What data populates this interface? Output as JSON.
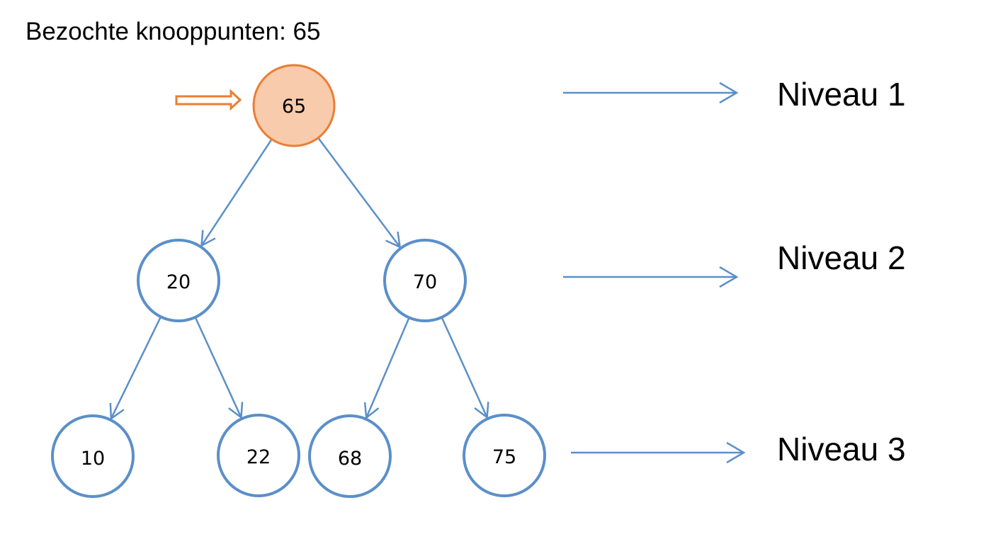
{
  "header": {
    "visited_label": "Bezochte knooppunten: 65"
  },
  "tree": {
    "nodes": [
      {
        "id": "n65",
        "value": "65",
        "level": 1,
        "state": "current"
      },
      {
        "id": "n20",
        "value": "20",
        "level": 2,
        "state": "default"
      },
      {
        "id": "n70",
        "value": "70",
        "level": 2,
        "state": "default"
      },
      {
        "id": "n10",
        "value": "10",
        "level": 3,
        "state": "default"
      },
      {
        "id": "n22",
        "value": "22",
        "level": 3,
        "state": "default"
      },
      {
        "id": "n68",
        "value": "68",
        "level": 3,
        "state": "default"
      },
      {
        "id": "n75",
        "value": "75",
        "level": 3,
        "state": "default"
      }
    ],
    "edges": [
      {
        "from": "n65",
        "to": "n20"
      },
      {
        "from": "n65",
        "to": "n70"
      },
      {
        "from": "n20",
        "to": "n10"
      },
      {
        "from": "n20",
        "to": "n22"
      },
      {
        "from": "n70",
        "to": "n68"
      },
      {
        "from": "n70",
        "to": "n75"
      }
    ],
    "current_pointer_icon": "double-arrow-right-icon"
  },
  "levels": [
    {
      "label": "Niveau 1"
    },
    {
      "label": "Niveau 2"
    },
    {
      "label": "Niveau 3"
    }
  ],
  "colors": {
    "node_stroke": "#5b8fc9",
    "node_fill": "#ffffff",
    "edge": "#5b8fc9",
    "current_stroke": "#ec7d31",
    "current_fill": "#f8cbad",
    "pointer": "#ec7d31"
  }
}
